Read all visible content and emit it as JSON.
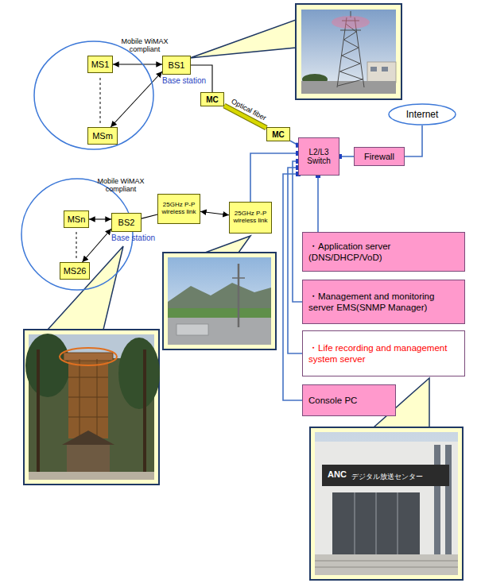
{
  "diagram": {
    "nodes": [
      {
        "text": [
          "Mobile WiMAX compliant"
        ]
      },
      {
        "text": [
          "MS1"
        ],
        "in": 0
      },
      {
        "text": [
          "MSm"
        ],
        "in": 0
      },
      {
        "text": [
          "BS1",
          "Base station"
        ]
      },
      {
        "text": [
          "MC"
        ]
      },
      {
        "text": [
          "MC"
        ]
      },
      {
        "text": [
          "Internet"
        ]
      },
      {
        "text": [
          "L2/L3 Switch"
        ]
      },
      {
        "text": [
          "Firewall"
        ]
      },
      {
        "text": [
          "Mobile WiMAX compliant"
        ]
      },
      {
        "text": [
          "MSn"
        ],
        "in": 9
      },
      {
        "text": [
          "MS26"
        ],
        "in": 9
      },
      {
        "text": [
          "BS2",
          "Base station"
        ]
      },
      {
        "text": [
          "25GHz P-P wireless link"
        ]
      },
      {
        "text": [
          "25GHz P-P wireless link"
        ]
      },
      {
        "text": [
          "・Application server (DNS/DHCP/VoD)"
        ]
      },
      {
        "text": [
          "・Management and monitoring server EMS(SNMP Manager)"
        ]
      },
      {
        "text": [
          "・Life recording and management system server"
        ]
      },
      {
        "text": [
          "Console PC"
        ]
      }
    ],
    "edges": [
      {
        "from": 1,
        "to": 3,
        "arrow": "both"
      },
      {
        "from": 2,
        "to": 3,
        "arrow": "both"
      },
      {
        "from": 3,
        "to": 4,
        "arrow": "none"
      },
      {
        "from": 4,
        "to": 5,
        "label": "Optical fiber",
        "arrow": "none"
      },
      {
        "from": 5,
        "to": 7,
        "arrow": "none"
      },
      {
        "from": 7,
        "to": 8,
        "arrow": "none"
      },
      {
        "from": 8,
        "to": 6,
        "arrow": "none"
      },
      {
        "from": 10,
        "to": 12,
        "arrow": "both"
      },
      {
        "from": 11,
        "to": 12,
        "arrow": "both"
      },
      {
        "from": 12,
        "to": 13,
        "arrow": "none"
      },
      {
        "from": 13,
        "to": 14,
        "arrow": "both"
      },
      {
        "from": 14,
        "to": 7,
        "arrow": "none"
      },
      {
        "from": 7,
        "to": 15,
        "arrow": "none"
      },
      {
        "from": 7,
        "to": 16,
        "arrow": "none"
      },
      {
        "from": 7,
        "to": 17,
        "arrow": "none"
      },
      {
        "from": 7,
        "to": 18,
        "arrow": "none"
      }
    ],
    "labels": [
      "ANC",
      "デジタル放送センター"
    ]
  }
}
